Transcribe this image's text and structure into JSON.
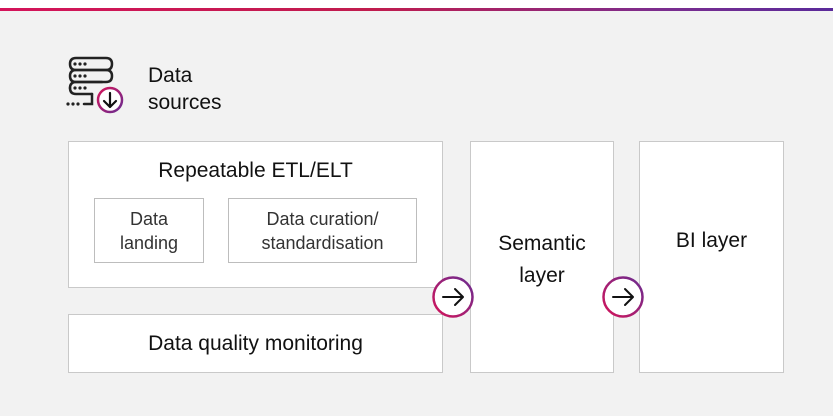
{
  "data_sources": {
    "line1": "Data",
    "line2": "sources"
  },
  "etl": {
    "title": "Repeatable ETL/ELT",
    "landing": {
      "line1": "Data",
      "line2": "landing"
    },
    "curation": {
      "line1": "Data curation/",
      "line2": "standardisation"
    }
  },
  "quality": {
    "title": "Data quality monitoring"
  },
  "semantic": {
    "line1": "Semantic",
    "line2": "layer"
  },
  "bi": {
    "title": "BI layer"
  },
  "icons": {
    "sources": "database-download-icon",
    "arrow1": "arrow-right-circle-icon",
    "arrow2": "arrow-right-circle-icon"
  },
  "colors": {
    "accent_pink": "#d4145a",
    "accent_purple": "#6a2c91",
    "background": "#f2f2f2"
  }
}
